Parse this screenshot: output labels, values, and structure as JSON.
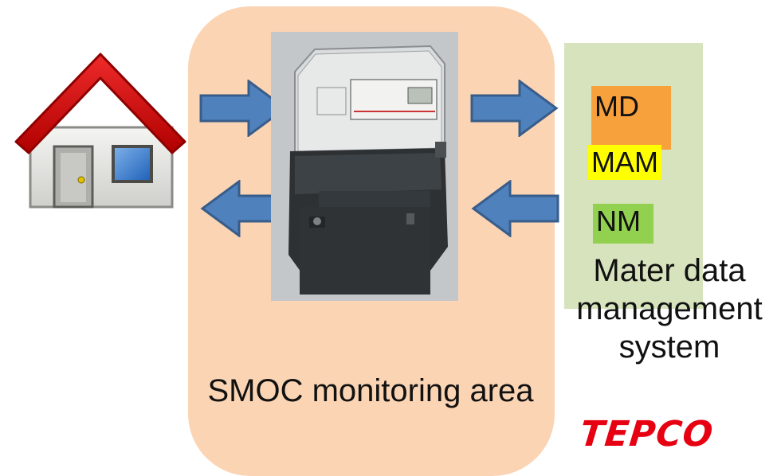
{
  "areas": {
    "smoc_caption": "SMOC monitoring area",
    "mdm_caption": "Mater data management system"
  },
  "mdm_items": [
    {
      "label": "MD",
      "color": "#f7a13c"
    },
    {
      "label": "MAM",
      "color": "#ffff00"
    },
    {
      "label": "NM",
      "color": "#92d050"
    }
  ],
  "logo_text": "TEPCO",
  "colors": {
    "smoc_area": "#fbd4b4",
    "mdm_panel": "#d6e3bc",
    "arrow_fill": "#4f81bd",
    "arrow_stroke": "#385d8a",
    "logo": "#e60012"
  },
  "icons": [
    "house-icon",
    "smart-meter-image",
    "arrow-right-icon",
    "arrow-left-icon"
  ]
}
